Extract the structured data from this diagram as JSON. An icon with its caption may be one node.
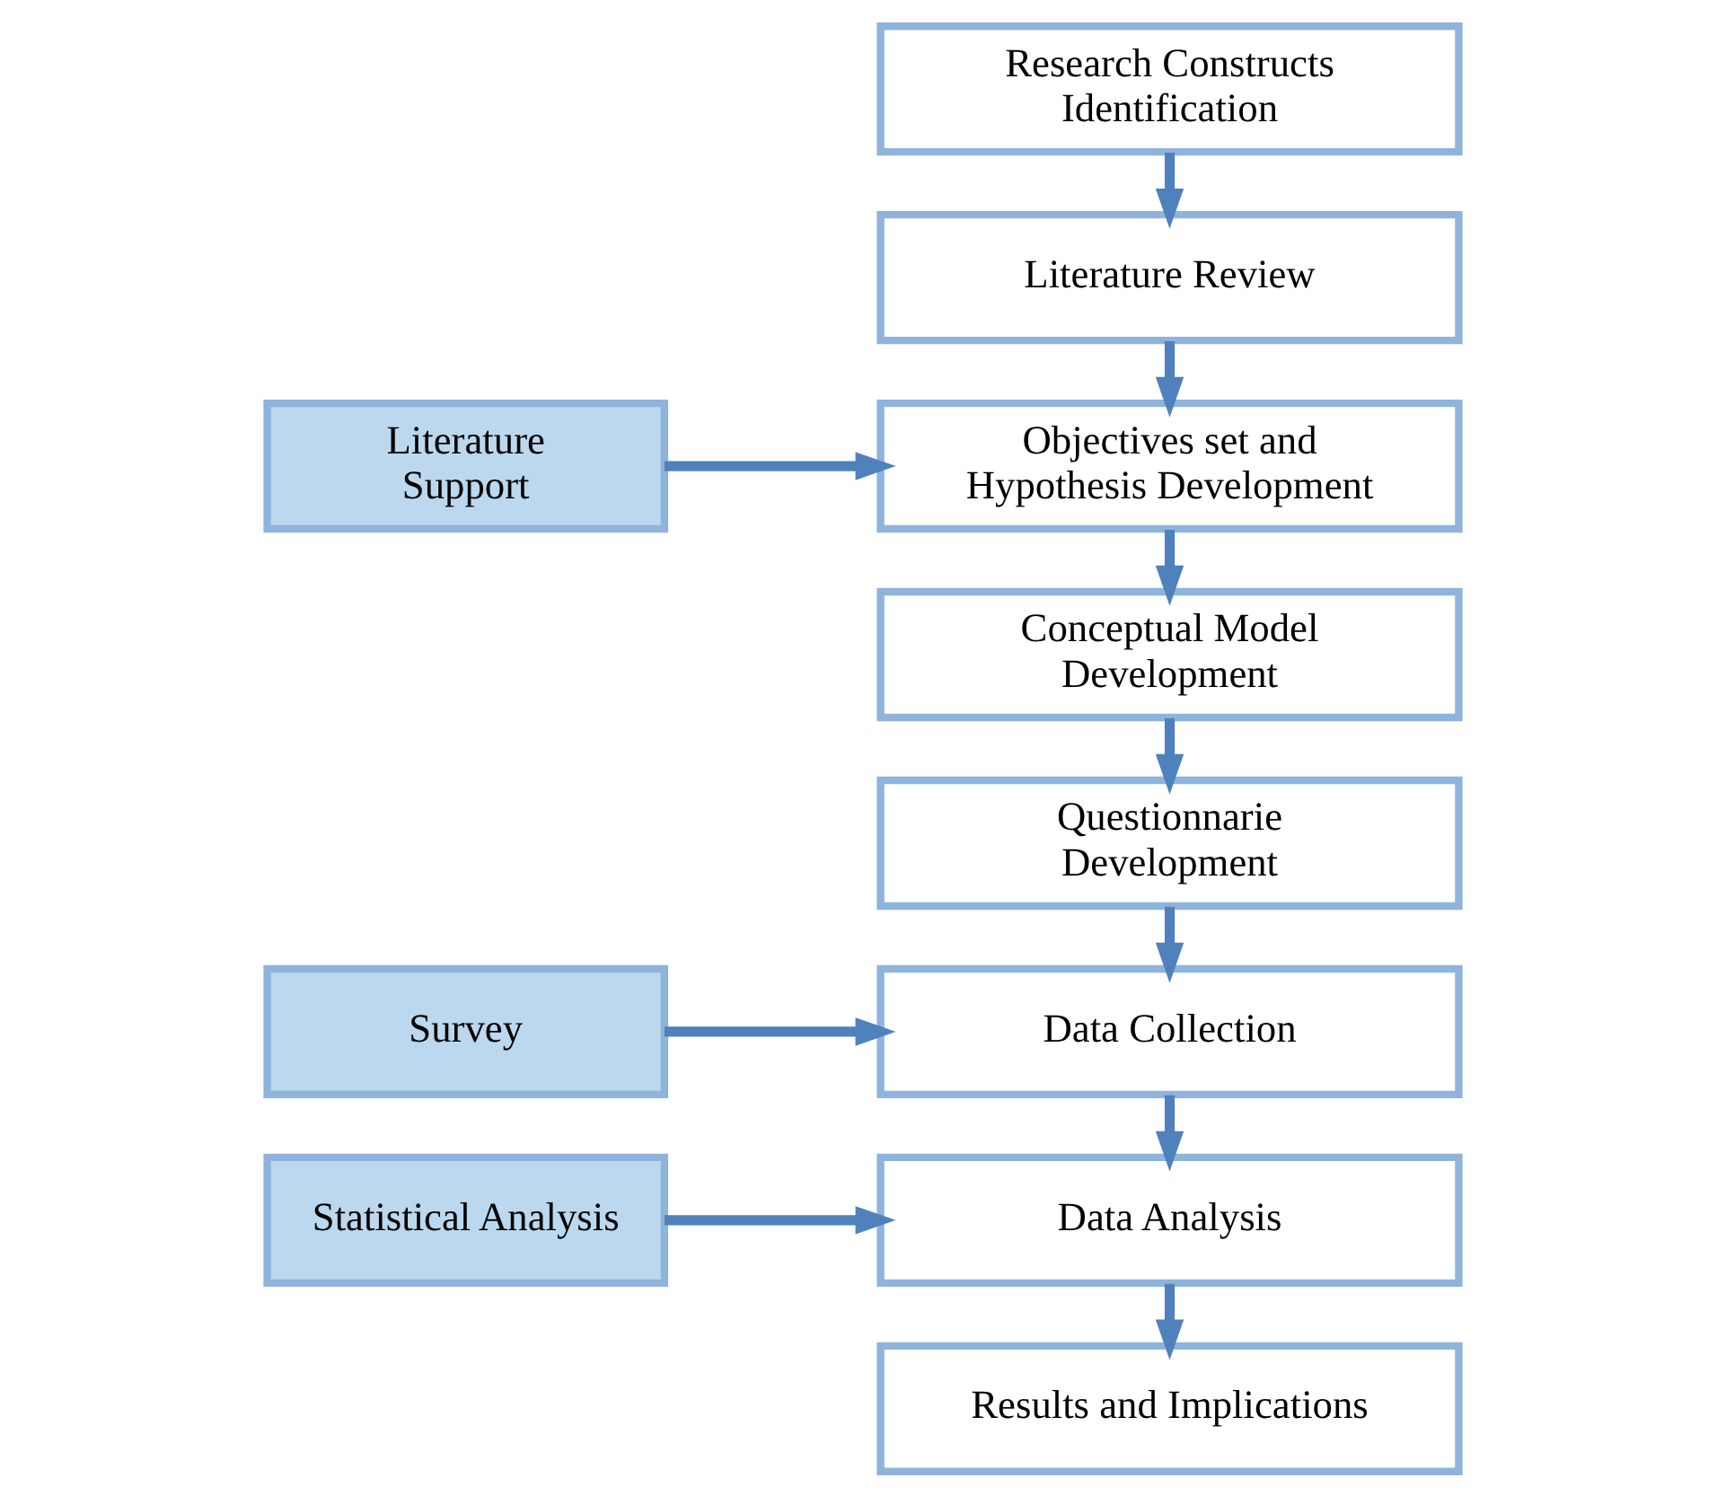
{
  "diagram": {
    "nodes": [
      {
        "text": [
          "Research Constructs Identification"
        ]
      },
      {
        "text": [
          "Literature Review"
        ]
      },
      {
        "text": [
          "Literature Support"
        ]
      },
      {
        "text": [
          "Objectives set and Hypothesis Development"
        ]
      },
      {
        "text": [
          "Conceptual Model Development"
        ]
      },
      {
        "text": [
          "Questionnarie Development"
        ]
      },
      {
        "text": [
          "Survey"
        ]
      },
      {
        "text": [
          "Data Collection"
        ]
      },
      {
        "text": [
          "Data Analysis"
        ]
      },
      {
        "text": [
          "Statistical Analysis"
        ]
      },
      {
        "text": [
          "Results and Implications"
        ]
      }
    ],
    "edges": [
      {
        "from": 0,
        "to": 1,
        "arrow": "to"
      },
      {
        "from": 1,
        "to": 3,
        "arrow": "to"
      },
      {
        "from": 2,
        "to": 3,
        "arrow": "to"
      },
      {
        "from": 3,
        "to": 4,
        "arrow": "to"
      },
      {
        "from": 4,
        "to": 5,
        "arrow": "to"
      },
      {
        "from": 5,
        "to": 7,
        "arrow": "to"
      },
      {
        "from": 6,
        "to": 7,
        "arrow": "to"
      },
      {
        "from": 7,
        "to": 8,
        "arrow": "to"
      },
      {
        "from": 9,
        "to": 8,
        "arrow": "to"
      },
      {
        "from": 8,
        "to": 10,
        "arrow": "to"
      }
    ]
  }
}
